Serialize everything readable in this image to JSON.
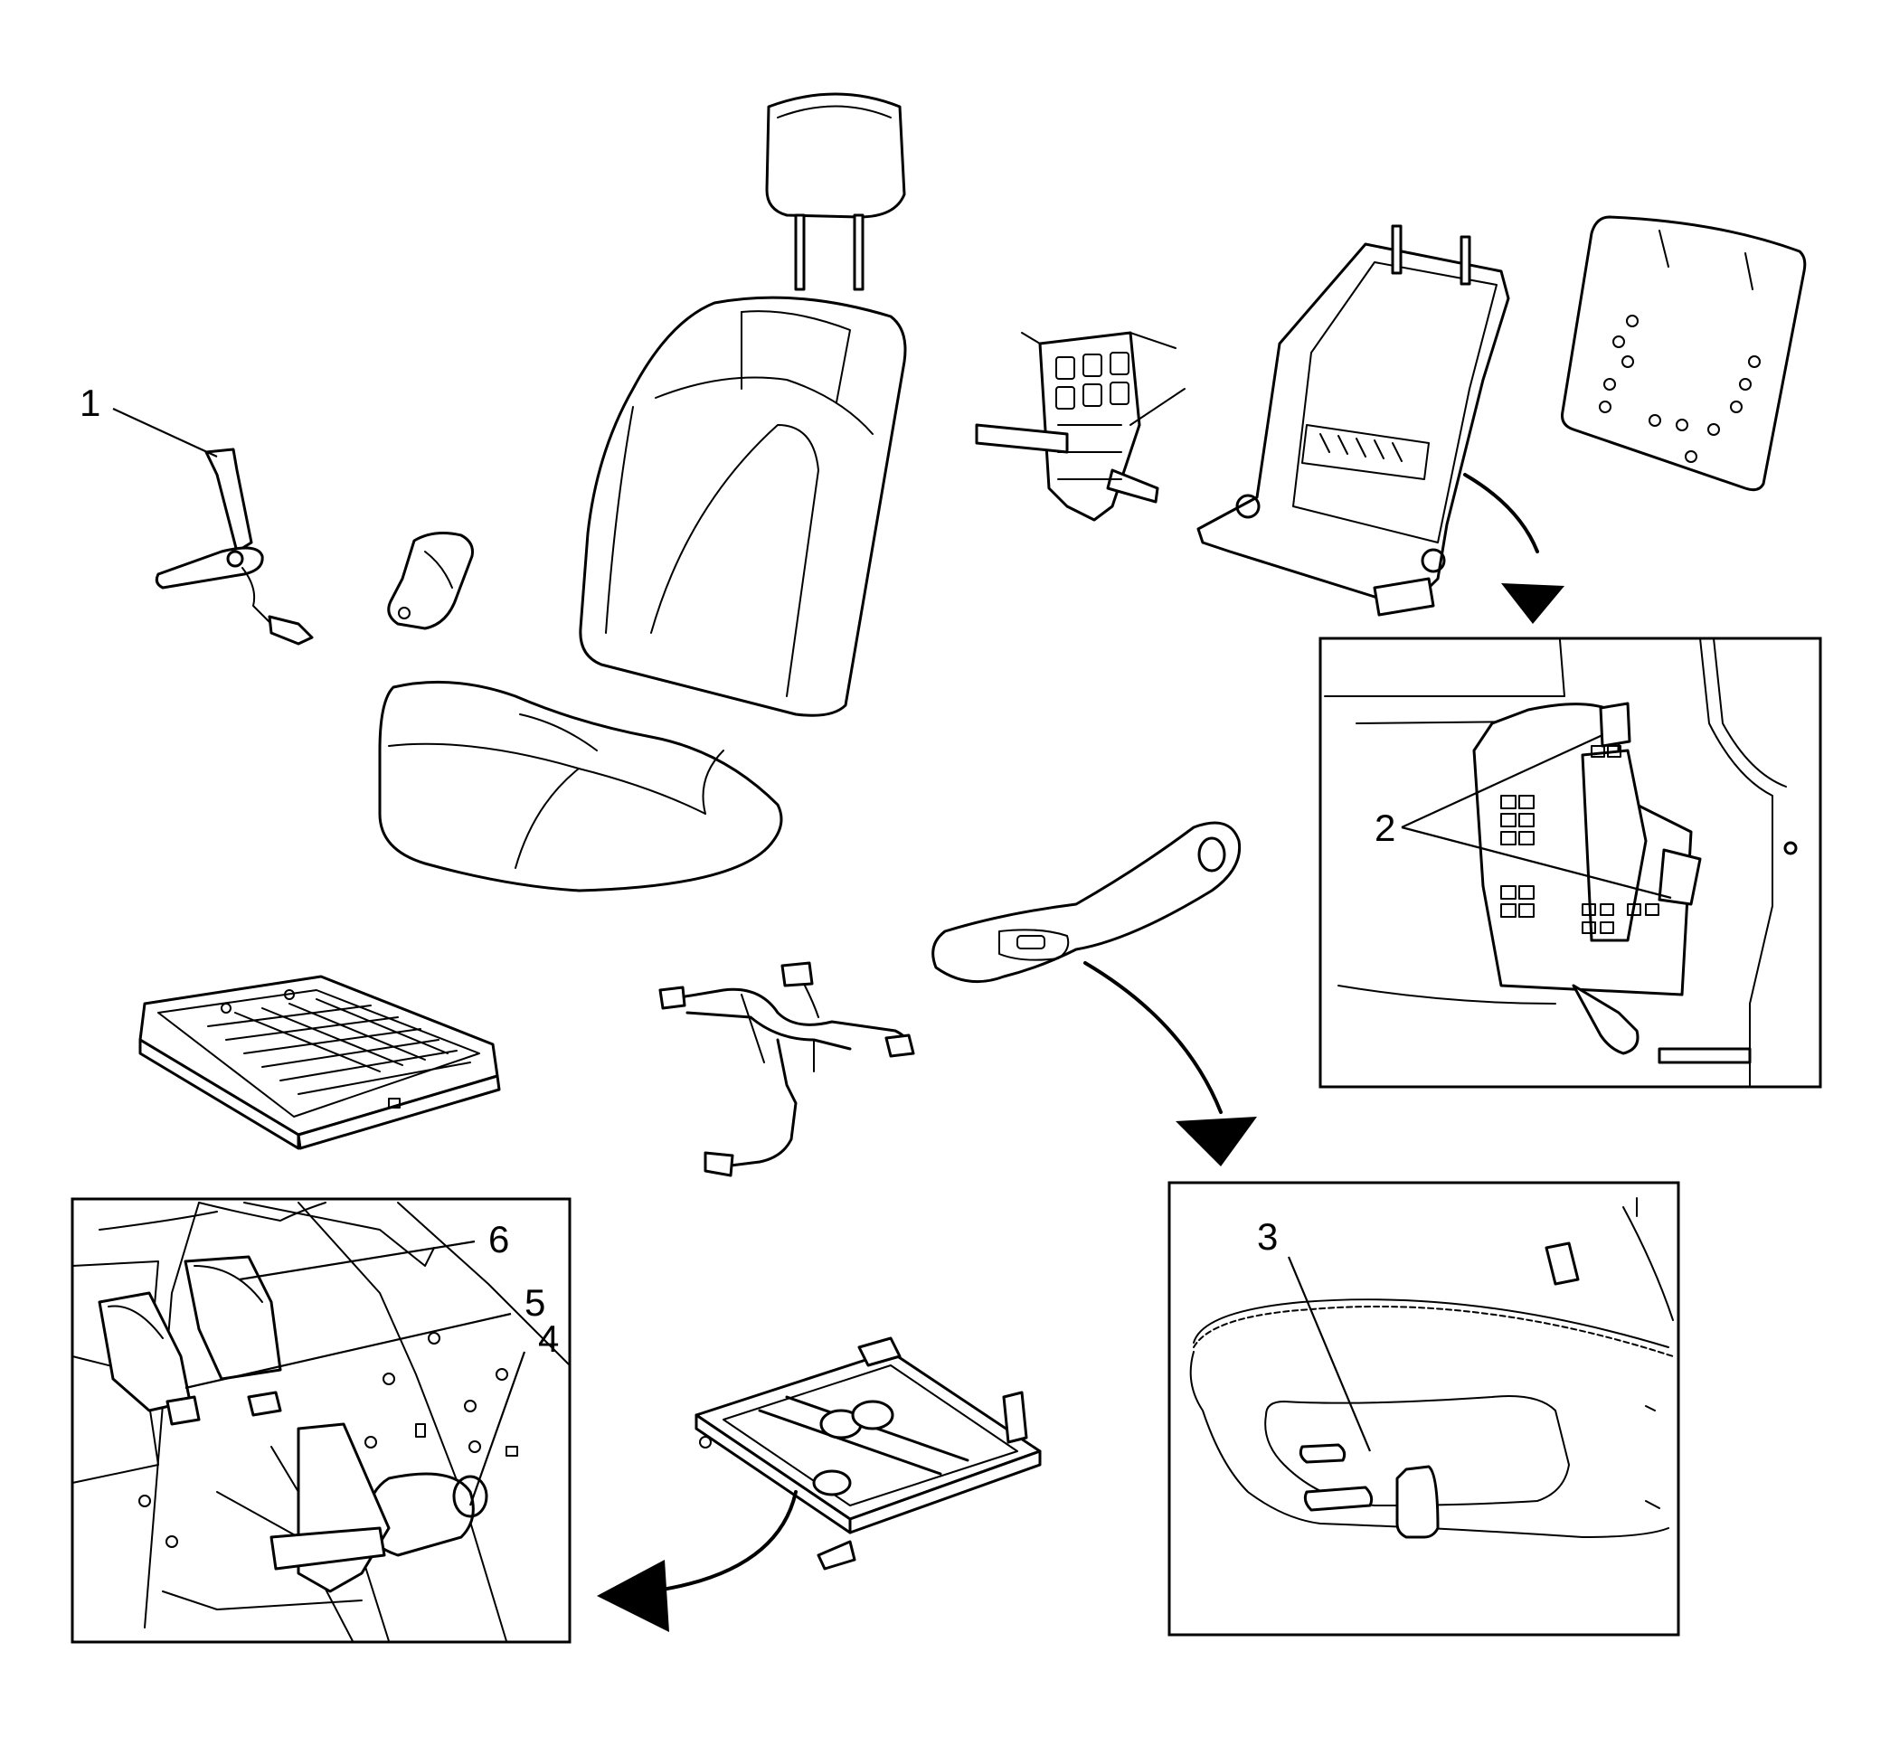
{
  "callouts": {
    "c1": "1",
    "c2": "2",
    "c3": "3",
    "c4": "4",
    "c5": "5",
    "c6": "6"
  },
  "icons": {
    "arrow_shape": "curved-arrow",
    "line_color": "#000000",
    "background_color": "#ffffff"
  }
}
